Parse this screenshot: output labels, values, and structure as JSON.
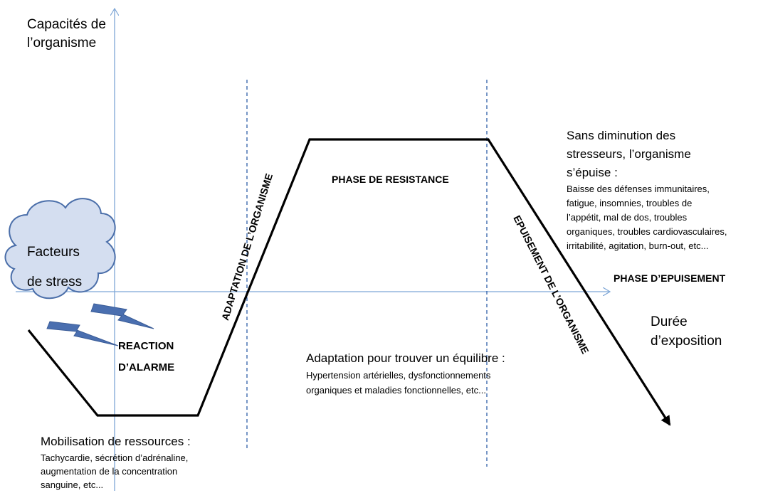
{
  "axes": {
    "y_label_line1": "Capacités de",
    "y_label_line2": "l’organisme",
    "x_label_line1": "Durée",
    "x_label_line2": "d’exposition"
  },
  "cloud": {
    "line1": "Facteurs",
    "line2": "de stress"
  },
  "phases": {
    "alarm_line1": "REACTION",
    "alarm_line2": "D’ALARME",
    "adaptation": "ADAPTATION DE L’ORGANISME",
    "resistance": "PHASE DE RESISTANCE",
    "epuisement_vertical": "EPUISEMENT DE L’ORGANISME",
    "epuisement": "PHASE D’EPUISEMENT"
  },
  "notes": {
    "mobilisation_title": "Mobilisation de ressources :",
    "mobilisation_lines": [
      "Tachycardie, sécrétion d’adrénaline,",
      "augmentation de la concentration",
      "sanguine, etc..."
    ],
    "adaptation_title": "Adaptation pour trouver un équilibre :",
    "adaptation_lines": [
      "Hypertension artérielles, dysfonctionnements",
      "organiques et maladies fonctionnelles, etc..."
    ],
    "epuise_title_lines": [
      "Sans diminution des",
      "stresseurs, l’organisme",
      "s’épuise :"
    ],
    "epuise_lines": [
      "Baisse des défenses immunitaires,",
      "fatigue, insomnies, troubles de",
      "l’appétit, mal de dos, troubles",
      "organiques, troubles cardiovasculaires,",
      "irritabilité, agitation, burn-out,  etc..."
    ]
  },
  "colors": {
    "axis": "#7ea6d6",
    "dashed": "#2e5fa8",
    "curve": "#000000",
    "cloud_fill": "#d4def0",
    "cloud_stroke": "#4a6ea9",
    "bolt_fill": "#4a6fb0"
  }
}
